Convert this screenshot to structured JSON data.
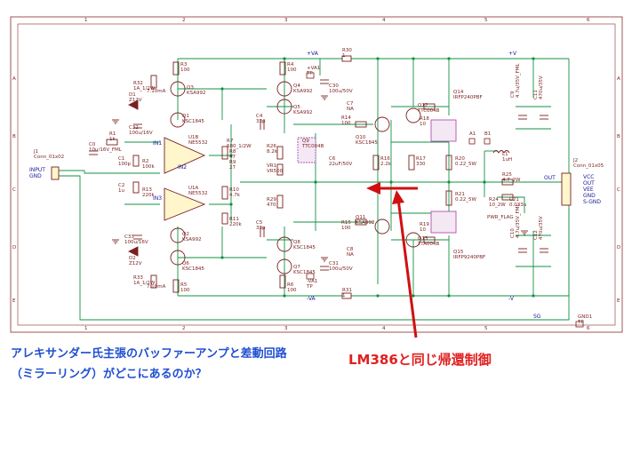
{
  "border": {
    "cols": [
      "1",
      "2",
      "3",
      "4",
      "5",
      "6"
    ],
    "rows": [
      "A",
      "B",
      "C",
      "D",
      "E"
    ]
  },
  "nets": {
    "pos_rail": "+V",
    "neg_rail": "-V",
    "pos_va": "+VA",
    "neg_va": "-VA",
    "out": "OUT",
    "sg": "SG",
    "gnd": "GND",
    "pwr_flag": "PWR_FLAG",
    "in1": "IN1",
    "in2": "IN2",
    "in3": "IN3",
    "input": "INPUT",
    "input_gnd": "GND"
  },
  "connectors": {
    "j1": {
      "ref": "J1",
      "value": "Conn_01x02"
    },
    "j2": {
      "ref": "J2",
      "value": "Conn_01x05",
      "pins": [
        "VCC",
        "OUT",
        "VEE",
        "GND",
        "S-GND"
      ]
    }
  },
  "components": [
    {
      "key": "r32",
      "ref": "R32",
      "value": "1A_1/2W"
    },
    {
      "key": "r3",
      "ref": "R3",
      "value": "100"
    },
    {
      "key": "d1",
      "ref": "D1",
      "value": "Z12V"
    },
    {
      "key": "c32",
      "ref": "C32",
      "value": "100u/16V"
    },
    {
      "key": "q3",
      "ref": "Q3",
      "value": "KSA992"
    },
    {
      "key": "q1",
      "ref": "Q1",
      "value": "KSC1845"
    },
    {
      "key": "r4",
      "ref": "R4",
      "value": "100"
    },
    {
      "key": "q4",
      "ref": "Q4",
      "value": "KSA992"
    },
    {
      "key": "q5",
      "ref": "Q5",
      "value": "KSA992"
    },
    {
      "key": "va1",
      "ref": "+VA1",
      "value": "TP"
    },
    {
      "key": "c30",
      "ref": "C30",
      "value": "100u/50V"
    },
    {
      "key": "r30",
      "ref": "R30",
      "value": "1"
    },
    {
      "key": "c7",
      "ref": "C7",
      "value": "NA"
    },
    {
      "key": "r14",
      "ref": "R14",
      "value": "100"
    },
    {
      "key": "q10",
      "ref": "Q10",
      "value": "KSC1845"
    },
    {
      "key": "q12",
      "ref": "Q12",
      "value": "TTC004B"
    },
    {
      "key": "r18",
      "ref": "R18",
      "value": "10"
    },
    {
      "key": "q14",
      "ref": "Q14",
      "value": "IRFP240PBF"
    },
    {
      "key": "c9",
      "ref": "C9",
      "value": "4.7u/35V_FML"
    },
    {
      "key": "c11",
      "ref": "C11",
      "value": "470u/35V"
    },
    {
      "key": "c4",
      "ref": "C4",
      "value": "33p"
    },
    {
      "key": "r26",
      "ref": "R26",
      "value": "8.2k"
    },
    {
      "key": "vr1",
      "ref": "VR1",
      "value": "VR500"
    },
    {
      "key": "q9",
      "ref": "Q9",
      "value": "TTC004B"
    },
    {
      "key": "c6",
      "ref": "C6",
      "value": "22uF/50V"
    },
    {
      "key": "r29",
      "ref": "R29",
      "value": "470"
    },
    {
      "key": "r16",
      "ref": "R16",
      "value": "2.2k"
    },
    {
      "key": "r17",
      "ref": "R17",
      "value": "330"
    },
    {
      "key": "r20",
      "ref": "R20",
      "value": "0.22_5W"
    },
    {
      "key": "r21",
      "ref": "R21",
      "value": "0.22_5W"
    },
    {
      "key": "a1",
      "ref": "A1",
      "value": ""
    },
    {
      "key": "b1",
      "ref": "B1",
      "value": ""
    },
    {
      "key": "l1",
      "ref": "L1",
      "value": "1uH"
    },
    {
      "key": "r25",
      "ref": "R25",
      "value": "4.7_2W"
    },
    {
      "key": "r24",
      "ref": "R24",
      "value": "10_2W"
    },
    {
      "key": "c21",
      "ref": "C21",
      "value": "0.033u"
    },
    {
      "key": "c0",
      "ref": "C0",
      "value": "10u/16V_FML"
    },
    {
      "key": "r1",
      "ref": "R1",
      "value": "1k"
    },
    {
      "key": "c1",
      "ref": "C1",
      "value": "100p"
    },
    {
      "key": "r2",
      "ref": "R2",
      "value": "100k"
    },
    {
      "key": "c2",
      "ref": "C2",
      "value": "1u"
    },
    {
      "key": "r13",
      "ref": "R13",
      "value": "220k"
    },
    {
      "key": "u1b",
      "ref": "U1B",
      "value": "NE5532"
    },
    {
      "key": "u1a",
      "ref": "U1A",
      "value": "NE5532"
    },
    {
      "key": "r7",
      "ref": "R7",
      "value": "680_1/2W"
    },
    {
      "key": "r8",
      "ref": "R8",
      "value": "47"
    },
    {
      "key": "r9",
      "ref": "R9",
      "value": "27"
    },
    {
      "key": "r10",
      "ref": "R10",
      "value": "4.7k"
    },
    {
      "key": "r11",
      "ref": "R11",
      "value": "220k"
    },
    {
      "key": "c5",
      "ref": "C5",
      "value": "33p"
    },
    {
      "key": "r15",
      "ref": "R15",
      "value": "100"
    },
    {
      "key": "q11",
      "ref": "Q11",
      "value": "KSA992"
    },
    {
      "key": "c8",
      "ref": "C8",
      "value": "NA"
    },
    {
      "key": "r19",
      "ref": "R19",
      "value": "10"
    },
    {
      "key": "q13",
      "ref": "Q13",
      "value": "TTA004B"
    },
    {
      "key": "q15",
      "ref": "Q15",
      "value": "IRFP9240PBF"
    },
    {
      "key": "c10",
      "ref": "C10",
      "value": "4.7u/35V_FML"
    },
    {
      "key": "c12",
      "ref": "C12",
      "value": "470u/35V"
    },
    {
      "key": "c33",
      "ref": "C33",
      "value": "100u/16V"
    },
    {
      "key": "d2",
      "ref": "D2",
      "value": "Z12V"
    },
    {
      "key": "q2",
      "ref": "Q2",
      "value": "KSA992"
    },
    {
      "key": "q6",
      "ref": "Q6",
      "value": "KSC1845"
    },
    {
      "key": "r33",
      "ref": "R33",
      "value": "1A_1/2W"
    },
    {
      "key": "r5",
      "ref": "R5",
      "value": "100"
    },
    {
      "key": "q8",
      "ref": "Q8",
      "value": "KSC1845"
    },
    {
      "key": "q7",
      "ref": "Q7",
      "value": "KSC1845"
    },
    {
      "key": "r6",
      "ref": "R6",
      "value": "100"
    },
    {
      "key": "va2",
      "ref": "-VA1",
      "value": "TP"
    },
    {
      "key": "c31",
      "ref": "C31",
      "value": "100u/50V"
    },
    {
      "key": "r31",
      "ref": "R31",
      "value": "1"
    },
    {
      "key": "gnd1",
      "ref": "GND1",
      "value": "TP"
    }
  ],
  "ccs": {
    "top": "7.10mA",
    "bottom": "7.10mA"
  },
  "annotations": {
    "blue_line1": "アレキサンダー氏主張のバッファーアンプと差動回路",
    "blue_line2": "（ミラーリング）がどこにあるのか？",
    "red_label": "LM386と同じ帰還制御"
  }
}
